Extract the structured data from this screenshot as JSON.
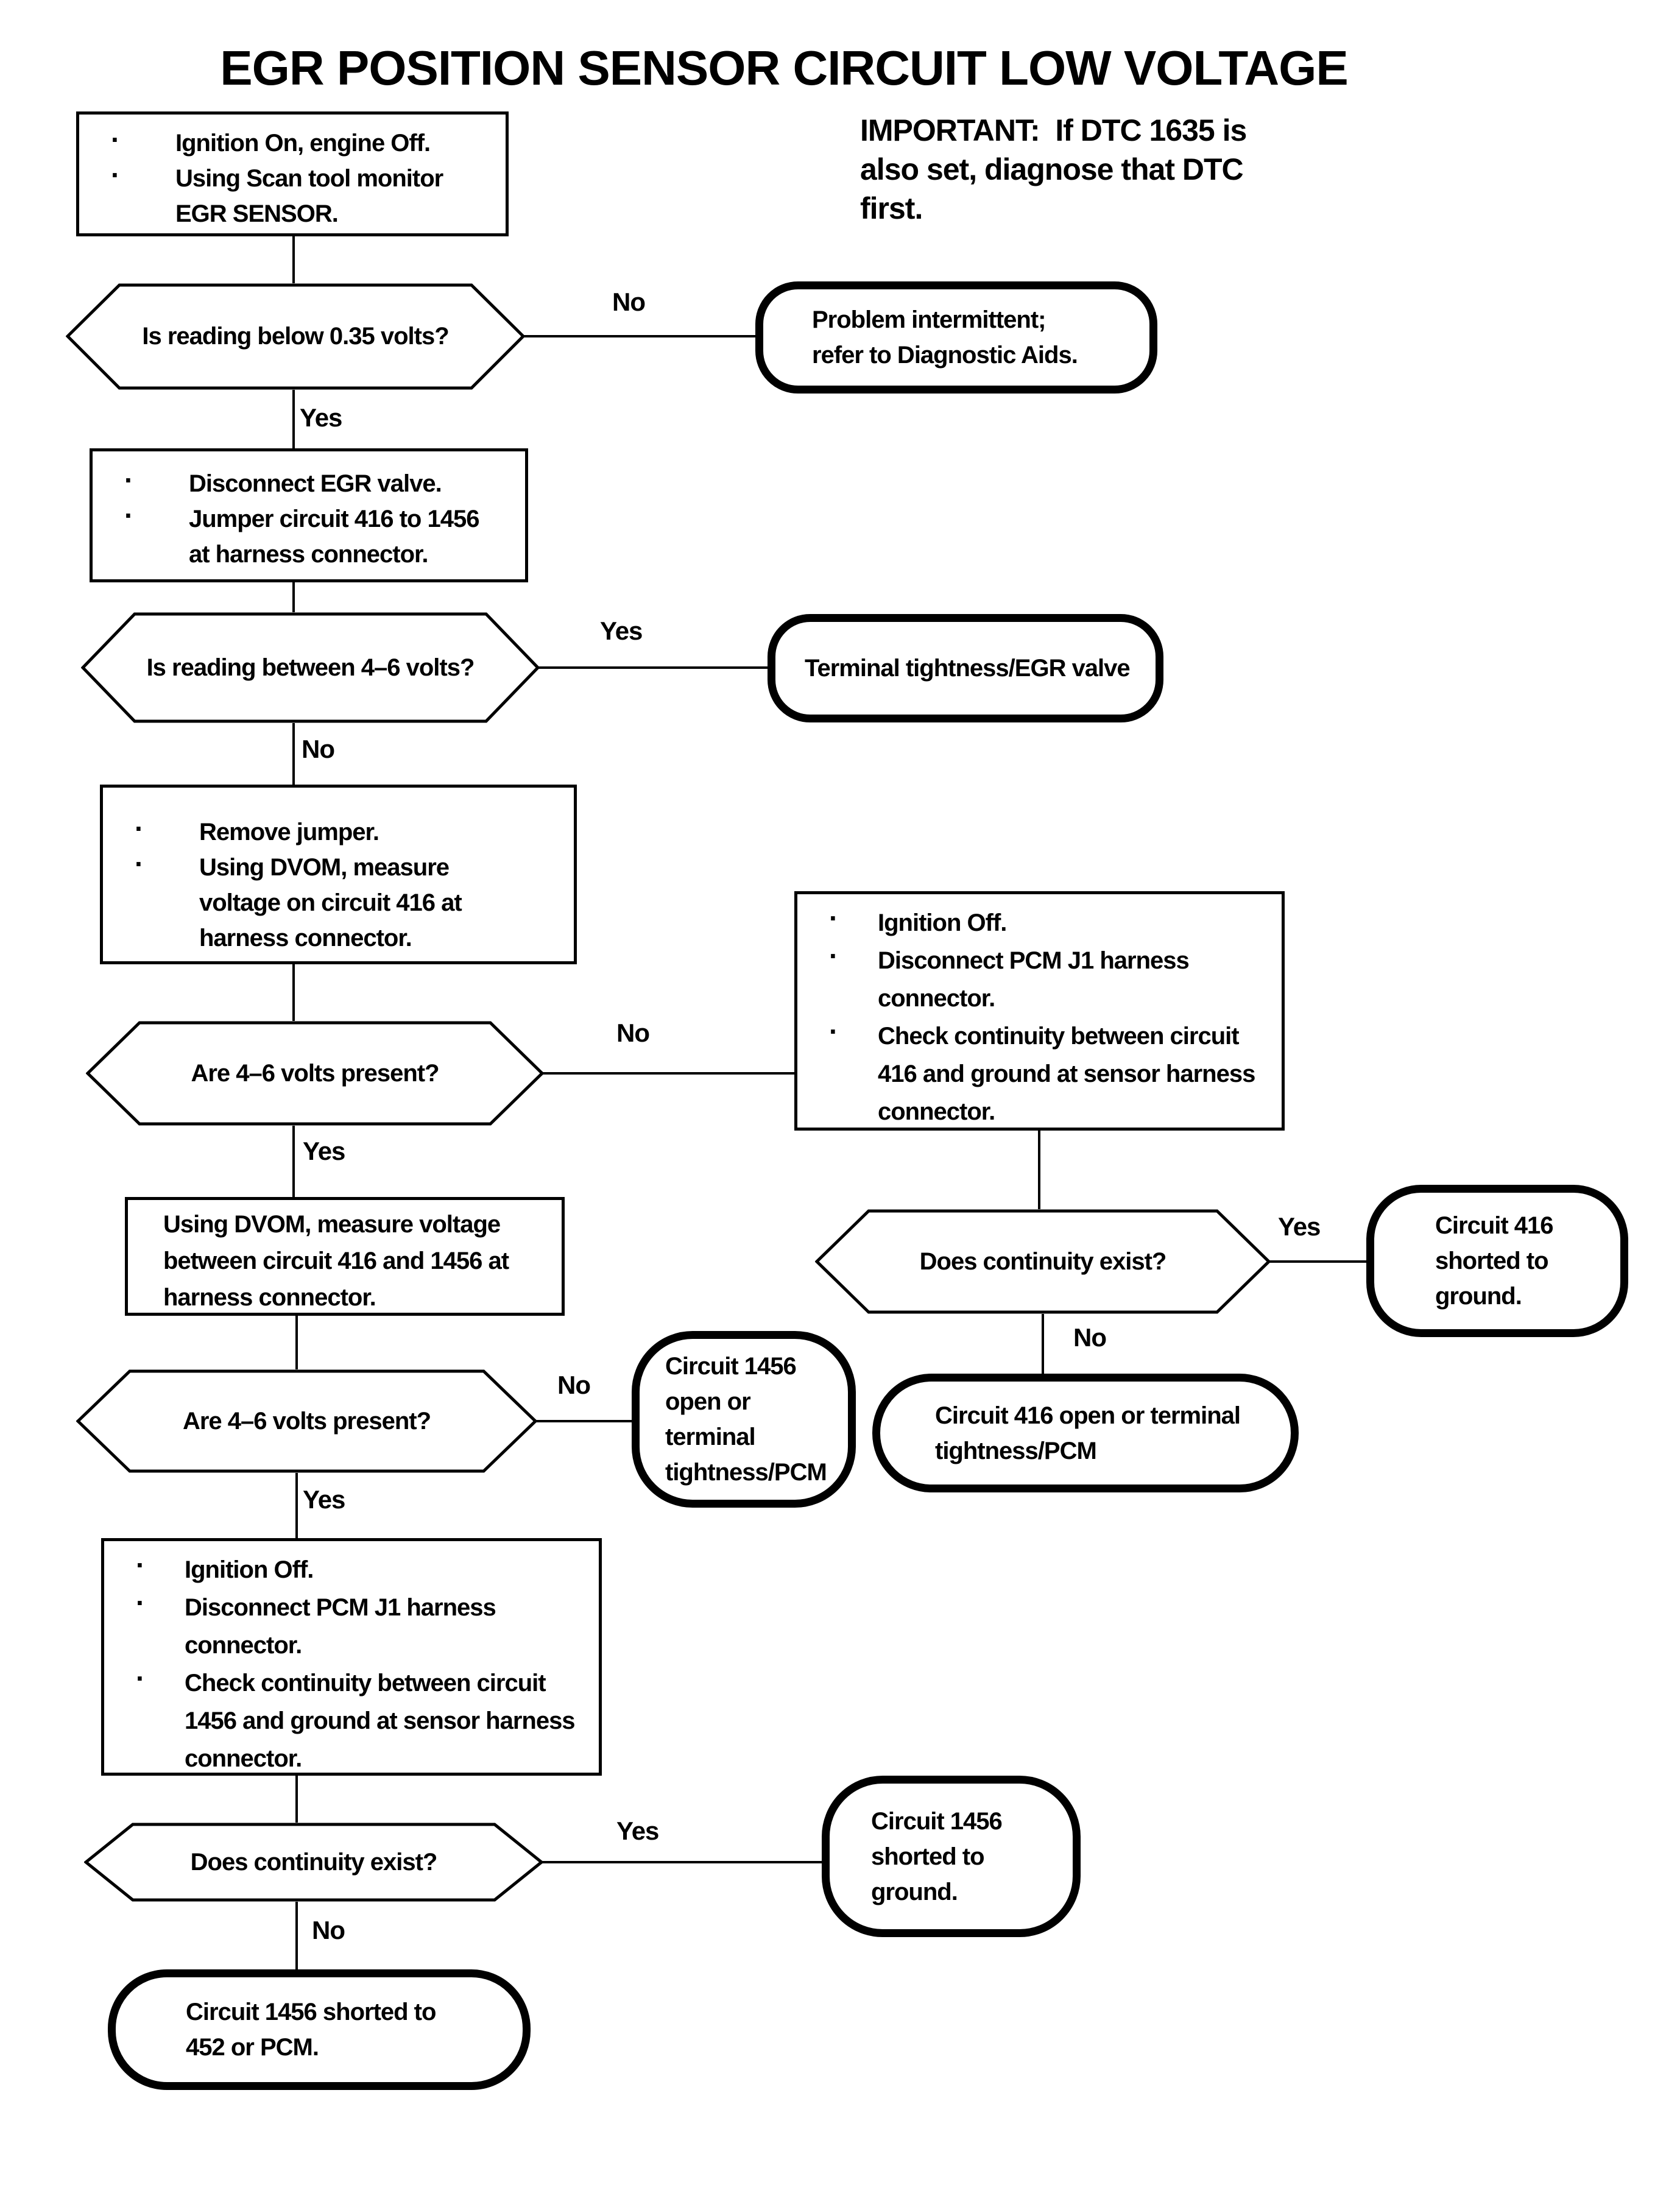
{
  "title": "EGR POSITION SENSOR CIRCUIT LOW VOLTAGE",
  "important": {
    "lines": [
      "IMPORTANT:  If DTC 1635 is",
      "also set, diagnose that DTC",
      "first."
    ]
  },
  "labels": {
    "yes": "Yes",
    "no": "No"
  },
  "colors": {
    "ink": "#000000",
    "paper": "#ffffff"
  },
  "steps": {
    "s1": {
      "bullets": [
        [
          "Ignition On, engine Off."
        ],
        [
          "Using Scan tool monitor",
          "EGR SENSOR."
        ]
      ]
    },
    "s2": {
      "bullets": [
        [
          "Disconnect EGR valve."
        ],
        [
          "Jumper circuit 416 to 1456",
          "at harness connector."
        ]
      ]
    },
    "s3": {
      "bullets": [
        [
          "Remove jumper."
        ],
        [
          "Using DVOM, measure",
          "voltage on circuit 416 at",
          "harness connector."
        ]
      ]
    },
    "s4": {
      "lines": [
        "Using DVOM, measure voltage",
        "between circuit 416 and 1456 at",
        "harness connector."
      ]
    },
    "r1": {
      "bullets": [
        [
          "Ignition Off."
        ],
        [
          "Disconnect PCM J1 harness",
          "connector."
        ],
        [
          "Check continuity between circuit",
          "416 and ground at sensor harness",
          "connector."
        ]
      ]
    },
    "s5": {
      "bullets": [
        [
          "Ignition Off."
        ],
        [
          "Disconnect PCM J1 harness",
          "connector."
        ],
        [
          "Check continuity between circuit",
          "1456 and ground at sensor harness",
          "connector."
        ]
      ]
    }
  },
  "decisions": {
    "q1": "Is reading below 0.35 volts?",
    "q2": "Is reading between 4–6 volts?",
    "q3": "Are 4–6 volts present?",
    "q4": "Are 4–6 volts present?",
    "q5": "Does continuity exist?",
    "qr": "Does continuity exist?"
  },
  "terminals": {
    "t1": [
      "Problem intermittent;",
      "refer to Diagnostic Aids."
    ],
    "t2": [
      "Terminal tightness/EGR valve"
    ],
    "t3": [
      "Circuit 416",
      "shorted to",
      "ground."
    ],
    "t4": [
      "Circuit 416 open or terminal",
      "tightness/PCM"
    ],
    "t5": [
      "Circuit 1456",
      "open or",
      "terminal",
      "tightness/PCM"
    ],
    "t6": [
      "Circuit 1456",
      "shorted to",
      "ground."
    ],
    "t7": [
      "Circuit 1456 shorted to",
      "452 or PCM."
    ]
  }
}
